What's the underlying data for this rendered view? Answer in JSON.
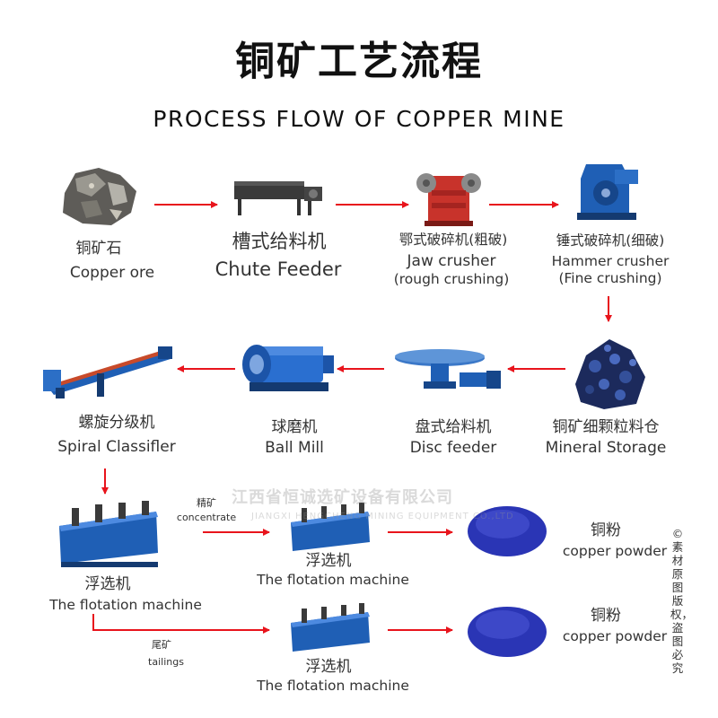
{
  "title_zh": "铜矿工艺流程",
  "title_en": "PROCESS FLOW OF COPPER MINE",
  "steps": {
    "copper_ore": {
      "zh": "铜矿石",
      "en": "Copper ore"
    },
    "chute_feeder": {
      "zh": "槽式给料机",
      "en": "Chute Feeder"
    },
    "jaw_crusher": {
      "zh": "鄂式破碎机(粗破)",
      "en": "Jaw crusher",
      "note": "(rough crushing)"
    },
    "hammer_crusher": {
      "zh": "锤式破碎机(细破)",
      "en": "Hammer crusher",
      "note": "(Fine crushing)"
    },
    "mineral_storage": {
      "zh": "铜矿细颗粒料仓",
      "en": "Mineral Storage"
    },
    "disc_feeder": {
      "zh": "盘式给料机",
      "en": "Disc feeder"
    },
    "ball_mill": {
      "zh": "球磨机",
      "en": "Ball Mill"
    },
    "spiral_classifier": {
      "zh": "螺旋分级机",
      "en": "Spiral Classifler"
    },
    "flotation_1": {
      "zh": "浮选机",
      "en": "The flotation machine"
    },
    "flotation_2": {
      "zh": "浮选机",
      "en": "The flotation machine"
    },
    "flotation_3": {
      "zh": "浮选机",
      "en": "The flotation machine"
    },
    "powder_1": {
      "zh": "铜粉",
      "en": "copper powder"
    },
    "powder_2": {
      "zh": "铜粉",
      "en": "copper powder"
    }
  },
  "branches": {
    "concentrate": {
      "zh": "精矿",
      "en": "concentrate"
    },
    "tailings": {
      "zh": "尾矿",
      "en": "tailings"
    }
  },
  "watermark": {
    "zh": "江西省恒诚选矿设备有限公司",
    "en": "JIANGXI HENGCHENG MINING EQUIPMENT CO.,LTD"
  },
  "copyright": "©素材原图版权，盗图必究",
  "colors": {
    "arrow": "#e8141c",
    "machine_blue": "#1f5fb5",
    "powder_blue": "#2a35b5"
  }
}
